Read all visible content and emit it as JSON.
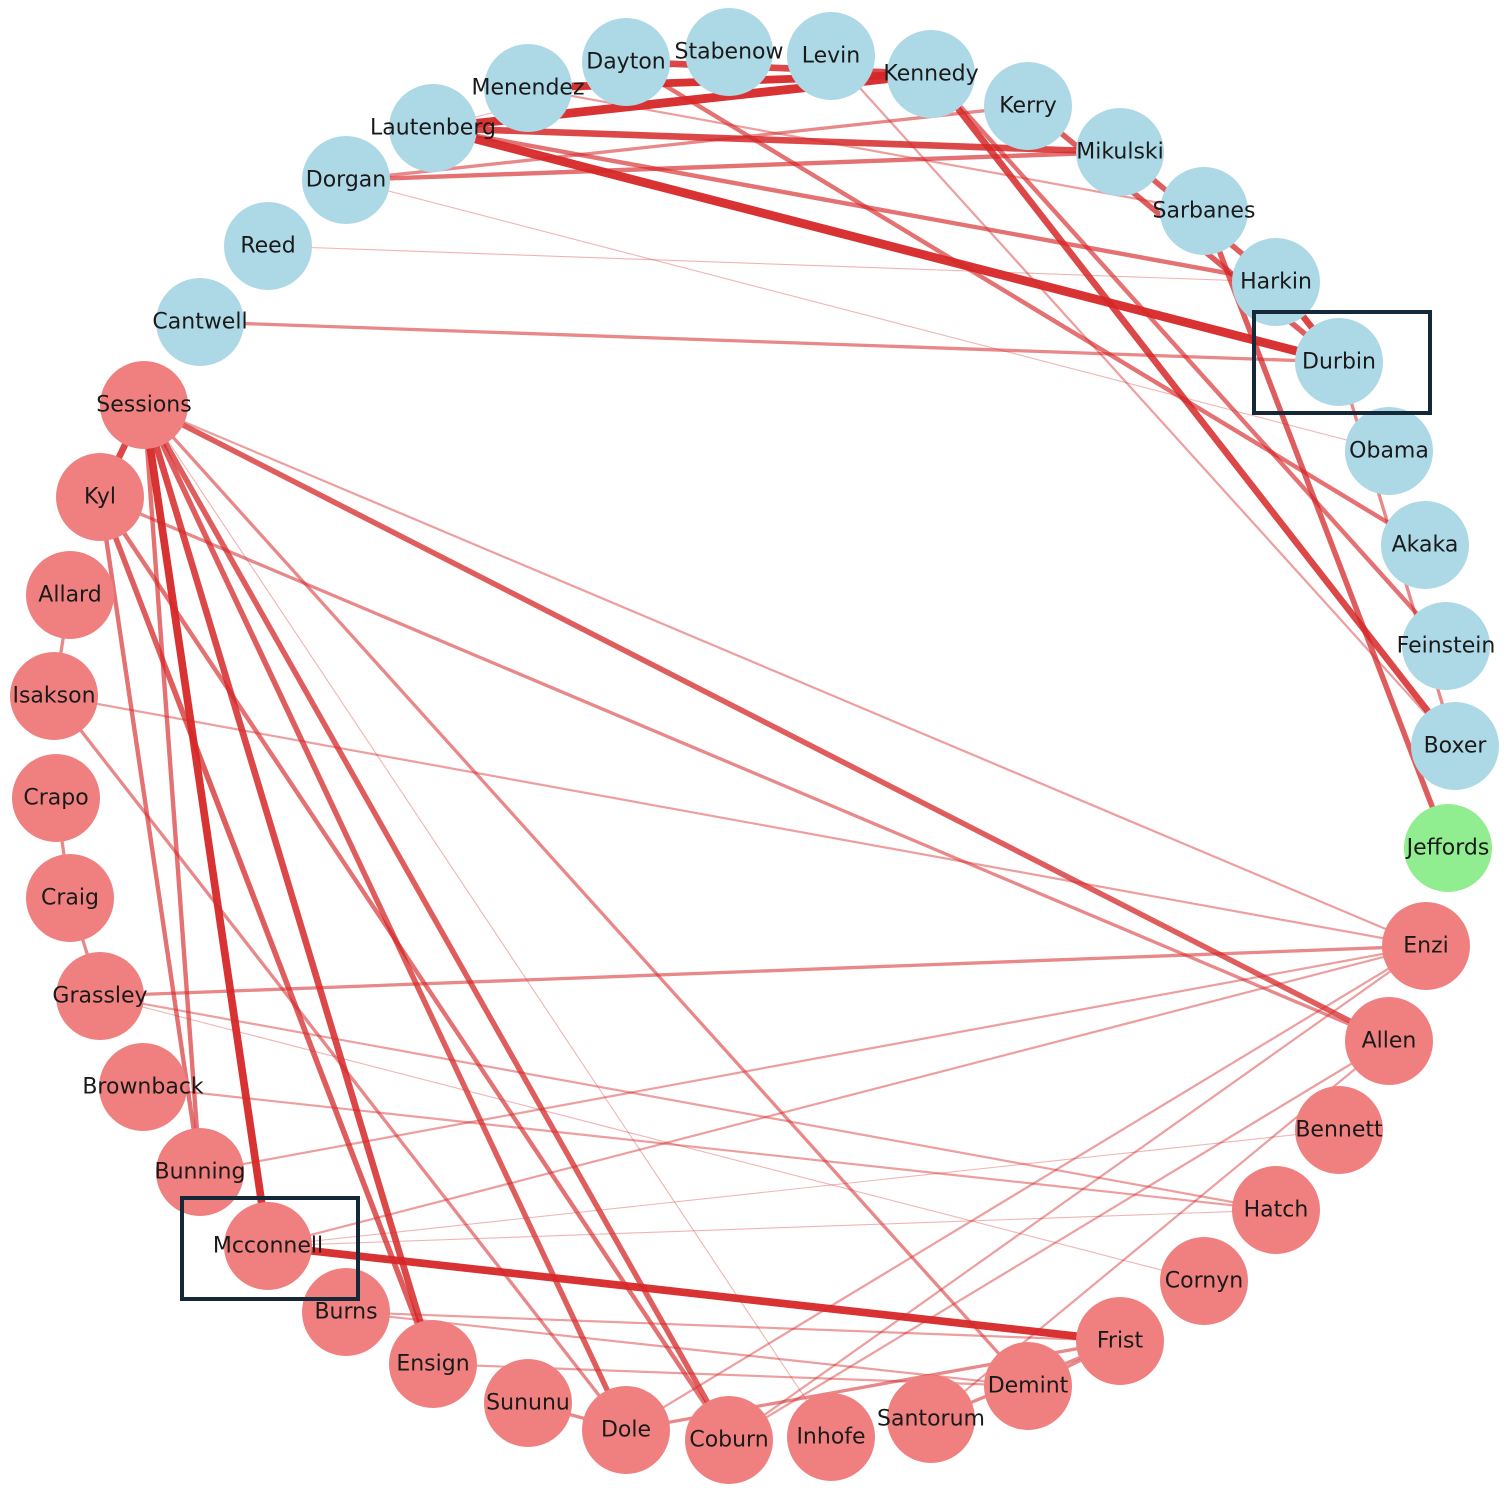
{
  "colors": {
    "democrat": "#add8e6",
    "republican": "#f08080",
    "independent": "#90ee90",
    "edge": "#d62728",
    "highlight": "#15283a"
  },
  "nodes": [
    {
      "id": "Stabenow",
      "label": "Stabenow",
      "party": "democrat"
    },
    {
      "id": "Levin",
      "label": "Levin",
      "party": "democrat"
    },
    {
      "id": "Kennedy",
      "label": "Kennedy",
      "party": "democrat"
    },
    {
      "id": "Kerry",
      "label": "Kerry",
      "party": "democrat"
    },
    {
      "id": "Mikulski",
      "label": "Mikulski",
      "party": "democrat"
    },
    {
      "id": "Sarbanes",
      "label": "Sarbanes",
      "party": "democrat"
    },
    {
      "id": "Harkin",
      "label": "Harkin",
      "party": "democrat"
    },
    {
      "id": "Durbin",
      "label": "Durbin",
      "party": "democrat"
    },
    {
      "id": "Obama",
      "label": "Obama",
      "party": "democrat"
    },
    {
      "id": "Akaka",
      "label": "Akaka",
      "party": "democrat"
    },
    {
      "id": "Feinstein",
      "label": "Feinstein",
      "party": "democrat"
    },
    {
      "id": "Boxer",
      "label": "Boxer",
      "party": "democrat"
    },
    {
      "id": "Jeffords",
      "label": "Jeffords",
      "party": "independent"
    },
    {
      "id": "Enzi",
      "label": "Enzi",
      "party": "republican"
    },
    {
      "id": "Allen",
      "label": "Allen",
      "party": "republican"
    },
    {
      "id": "Bennett",
      "label": "Bennett",
      "party": "republican"
    },
    {
      "id": "Hatch",
      "label": "Hatch",
      "party": "republican"
    },
    {
      "id": "Cornyn",
      "label": "Cornyn",
      "party": "republican"
    },
    {
      "id": "Frist",
      "label": "Frist",
      "party": "republican"
    },
    {
      "id": "Demint",
      "label": "Demint",
      "party": "republican"
    },
    {
      "id": "Santorum",
      "label": "Santorum",
      "party": "republican"
    },
    {
      "id": "Inhofe",
      "label": "Inhofe",
      "party": "republican"
    },
    {
      "id": "Coburn",
      "label": "Coburn",
      "party": "republican"
    },
    {
      "id": "Dole",
      "label": "Dole",
      "party": "republican"
    },
    {
      "id": "Sununu",
      "label": "Sununu",
      "party": "republican"
    },
    {
      "id": "Ensign",
      "label": "Ensign",
      "party": "republican"
    },
    {
      "id": "Burns",
      "label": "Burns",
      "party": "republican"
    },
    {
      "id": "Mcconnell",
      "label": "Mcconnell",
      "party": "republican"
    },
    {
      "id": "Bunning",
      "label": "Bunning",
      "party": "republican"
    },
    {
      "id": "Brownback",
      "label": "Brownback",
      "party": "republican"
    },
    {
      "id": "Grassley",
      "label": "Grassley",
      "party": "republican"
    },
    {
      "id": "Craig",
      "label": "Craig",
      "party": "republican"
    },
    {
      "id": "Crapo",
      "label": "Crapo",
      "party": "republican"
    },
    {
      "id": "Isakson",
      "label": "Isakson",
      "party": "republican"
    },
    {
      "id": "Allard",
      "label": "Allard",
      "party": "republican"
    },
    {
      "id": "Kyl",
      "label": "Kyl",
      "party": "republican"
    },
    {
      "id": "Sessions",
      "label": "Sessions",
      "party": "republican"
    },
    {
      "id": "Cantwell",
      "label": "Cantwell",
      "party": "democrat"
    },
    {
      "id": "Reed",
      "label": "Reed",
      "party": "democrat"
    },
    {
      "id": "Dorgan",
      "label": "Dorgan",
      "party": "democrat"
    },
    {
      "id": "Lautenberg",
      "label": "Lautenberg",
      "party": "democrat"
    },
    {
      "id": "Menendez",
      "label": "Menendez",
      "party": "democrat"
    },
    {
      "id": "Dayton",
      "label": "Dayton",
      "party": "democrat"
    }
  ],
  "edges": [
    {
      "source": "Lautenberg",
      "target": "Kennedy",
      "weight": 8
    },
    {
      "source": "Menendez",
      "target": "Kennedy",
      "weight": 7
    },
    {
      "source": "Dayton",
      "target": "Kennedy",
      "weight": 6
    },
    {
      "source": "Lautenberg",
      "target": "Mikulski",
      "weight": 6
    },
    {
      "source": "Lautenberg",
      "target": "Durbin",
      "weight": 8
    },
    {
      "source": "Lautenberg",
      "target": "Harkin",
      "weight": 4
    },
    {
      "source": "Dorgan",
      "target": "Mikulski",
      "weight": 4
    },
    {
      "source": "Dorgan",
      "target": "Kerry",
      "weight": 3
    },
    {
      "source": "Cantwell",
      "target": "Durbin",
      "weight": 3
    },
    {
      "source": "Kennedy",
      "target": "Boxer",
      "weight": 6
    },
    {
      "source": "Kennedy",
      "target": "Feinstein",
      "weight": 4
    },
    {
      "source": "Kerry",
      "target": "Durbin",
      "weight": 5
    },
    {
      "source": "Mikulski",
      "target": "Harkin",
      "weight": 5
    },
    {
      "source": "Sarbanes",
      "target": "Jeffords",
      "weight": 5
    },
    {
      "source": "Harkin",
      "target": "Durbin",
      "weight": 6
    },
    {
      "source": "Durbin",
      "target": "Boxer",
      "weight": 3
    },
    {
      "source": "Dayton",
      "target": "Akaka",
      "weight": 4
    },
    {
      "source": "Levin",
      "target": "Boxer",
      "weight": 2
    },
    {
      "source": "Menendez",
      "target": "Sarbanes",
      "weight": 2
    },
    {
      "source": "Reed",
      "target": "Harkin",
      "weight": 1
    },
    {
      "source": "Dorgan",
      "target": "Obama",
      "weight": 1
    },
    {
      "source": "Stabenow",
      "target": "Lautenberg",
      "weight": 1
    },
    {
      "source": "Sessions",
      "target": "Kyl",
      "weight": 6
    },
    {
      "source": "Sessions",
      "target": "Mcconnell",
      "weight": 7
    },
    {
      "source": "Sessions",
      "target": "Ensign",
      "weight": 6
    },
    {
      "source": "Sessions",
      "target": "Dole",
      "weight": 5
    },
    {
      "source": "Sessions",
      "target": "Coburn",
      "weight": 5
    },
    {
      "source": "Sessions",
      "target": "Allen",
      "weight": 5
    },
    {
      "source": "Sessions",
      "target": "Demint",
      "weight": 3
    },
    {
      "source": "Sessions",
      "target": "Enzi",
      "weight": 2
    },
    {
      "source": "Sessions",
      "target": "Bunning",
      "weight": 4
    },
    {
      "source": "Kyl",
      "target": "Coburn",
      "weight": 4
    },
    {
      "source": "Kyl",
      "target": "Allen",
      "weight": 3
    },
    {
      "source": "Kyl",
      "target": "Ensign",
      "weight": 5
    },
    {
      "source": "Kyl",
      "target": "Bunning",
      "weight": 4
    },
    {
      "source": "Allard",
      "target": "Isakson",
      "weight": 3
    },
    {
      "source": "Isakson",
      "target": "Dole",
      "weight": 3
    },
    {
      "source": "Isakson",
      "target": "Enzi",
      "weight": 2
    },
    {
      "source": "Crapo",
      "target": "Craig",
      "weight": 3
    },
    {
      "source": "Craig",
      "target": "Grassley",
      "weight": 3
    },
    {
      "source": "Grassley",
      "target": "Enzi",
      "weight": 3
    },
    {
      "source": "Grassley",
      "target": "Hatch",
      "weight": 2
    },
    {
      "source": "Brownback",
      "target": "Hatch",
      "weight": 2
    },
    {
      "source": "Bunning",
      "target": "Enzi",
      "weight": 2
    },
    {
      "source": "Mcconnell",
      "target": "Frist",
      "weight": 7
    },
    {
      "source": "Mcconnell",
      "target": "Enzi",
      "weight": 2
    },
    {
      "source": "Mcconnell",
      "target": "Hatch",
      "weight": 1
    },
    {
      "source": "Burns",
      "target": "Demint",
      "weight": 2
    },
    {
      "source": "Burns",
      "target": "Frist",
      "weight": 2
    },
    {
      "source": "Ensign",
      "target": "Demint",
      "weight": 2
    },
    {
      "source": "Sununu",
      "target": "Dole",
      "weight": 3
    },
    {
      "source": "Dole",
      "target": "Enzi",
      "weight": 2
    },
    {
      "source": "Dole",
      "target": "Frist",
      "weight": 3
    },
    {
      "source": "Coburn",
      "target": "Allen",
      "weight": 2
    },
    {
      "source": "Coburn",
      "target": "Enzi",
      "weight": 2
    },
    {
      "source": "Santorum",
      "target": "Frist",
      "weight": 3
    },
    {
      "source": "Santorum",
      "target": "Allen",
      "weight": 2
    },
    {
      "source": "Demint",
      "target": "Frist",
      "weight": 3
    },
    {
      "source": "Inhofe",
      "target": "Sessions",
      "weight": 1
    },
    {
      "source": "Cornyn",
      "target": "Grassley",
      "weight": 1
    },
    {
      "source": "Bennett",
      "target": "Mcconnell",
      "weight": 1
    }
  ],
  "highlighted": [
    "Durbin",
    "Mcconnell"
  ]
}
